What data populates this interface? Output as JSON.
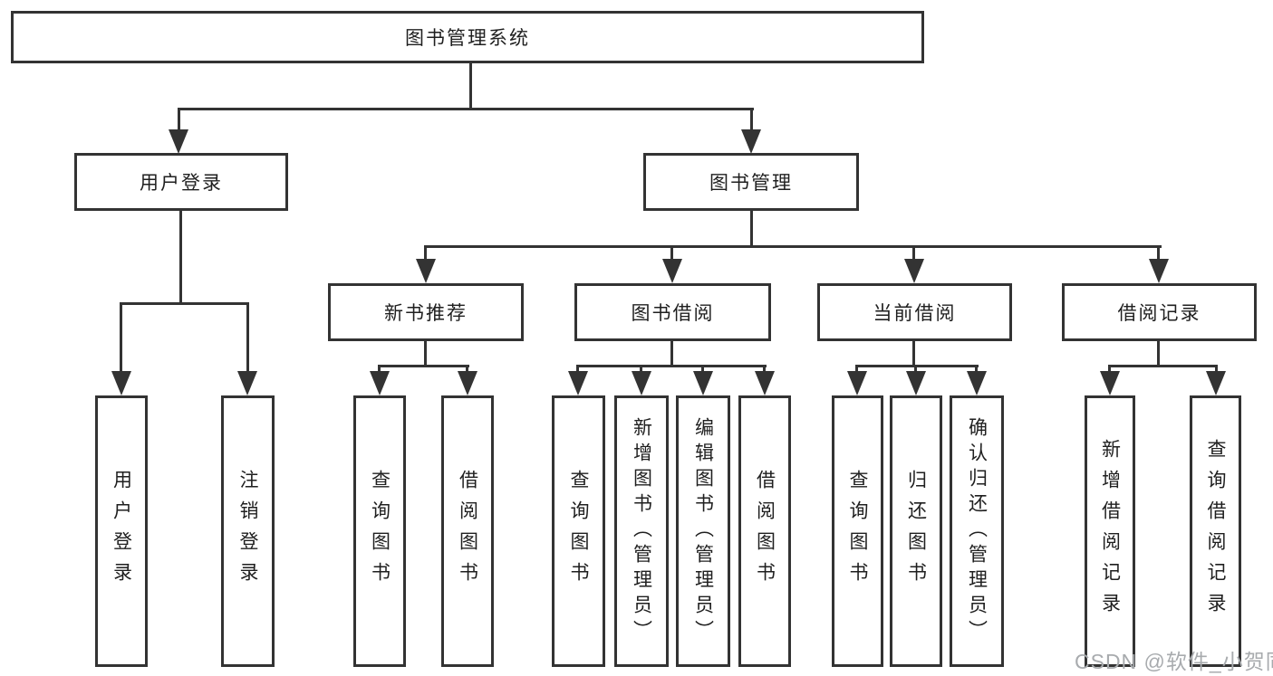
{
  "tree": {
    "label": "图书管理系统",
    "children": [
      {
        "label": "用户登录",
        "children": [
          {
            "label": "用户登录"
          },
          {
            "label": "注销登录"
          }
        ]
      },
      {
        "label": "图书管理",
        "children": [
          {
            "label": "新书推荐",
            "children": [
              {
                "label": "查询图书"
              },
              {
                "label": "借阅图书"
              }
            ]
          },
          {
            "label": "图书借阅",
            "children": [
              {
                "label": "查询图书"
              },
              {
                "label": "新增图书（管理员）"
              },
              {
                "label": "编辑图书（管理员）"
              },
              {
                "label": "借阅图书"
              }
            ]
          },
          {
            "label": "当前借阅",
            "children": [
              {
                "label": "查询图书"
              },
              {
                "label": "归还图书"
              },
              {
                "label": "确认归还（管理员）"
              }
            ]
          },
          {
            "label": "借阅记录",
            "children": [
              {
                "label": "新增借阅记录"
              },
              {
                "label": "查询借阅记录"
              }
            ]
          }
        ]
      }
    ]
  },
  "watermark": "CSDN @软件_小贺同学",
  "colors": {
    "line": "#333333",
    "text": "#1f1f1f",
    "background": "#ffffff",
    "watermark": "#a8abae"
  }
}
